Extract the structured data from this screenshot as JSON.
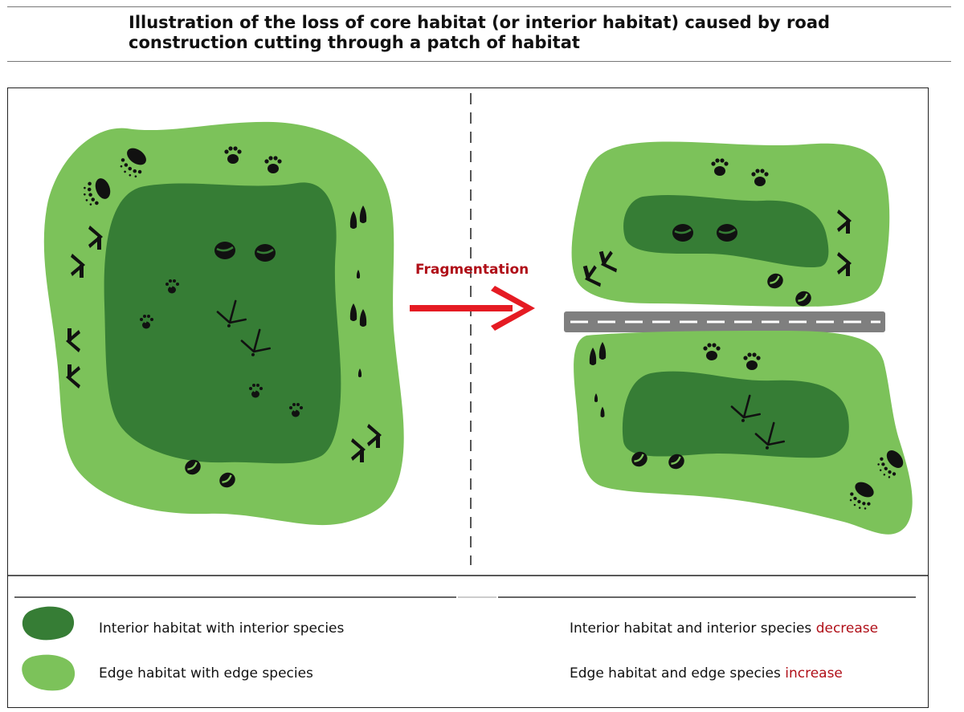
{
  "title": "Illustration of the loss of core habitat (or interior habitat) caused by road construction cutting through a patch of habitat",
  "arrow_label": "Fragmentation",
  "colors": {
    "interior_habitat": "#367d35",
    "edge_habitat": "#7cc25a",
    "arrow": "#e51b23",
    "road": "#7f7f7f",
    "decrease_text": "#b00f18",
    "increase_text": "#b00f18"
  },
  "legend": {
    "interior": {
      "label": "Interior habitat with interior species"
    },
    "edge": {
      "label": "Edge habitat with edge species"
    },
    "interior_change": {
      "text": "Interior habitat and interior species ",
      "keyword": "decrease"
    },
    "edge_change": {
      "text": "Edge habitat and edge species ",
      "keyword": "increase"
    }
  },
  "icons": [
    "paw-print-icon",
    "hoof-print-icon",
    "bird-track-icon",
    "claw-track-icon",
    "road-icon",
    "arrow-right-icon"
  ]
}
